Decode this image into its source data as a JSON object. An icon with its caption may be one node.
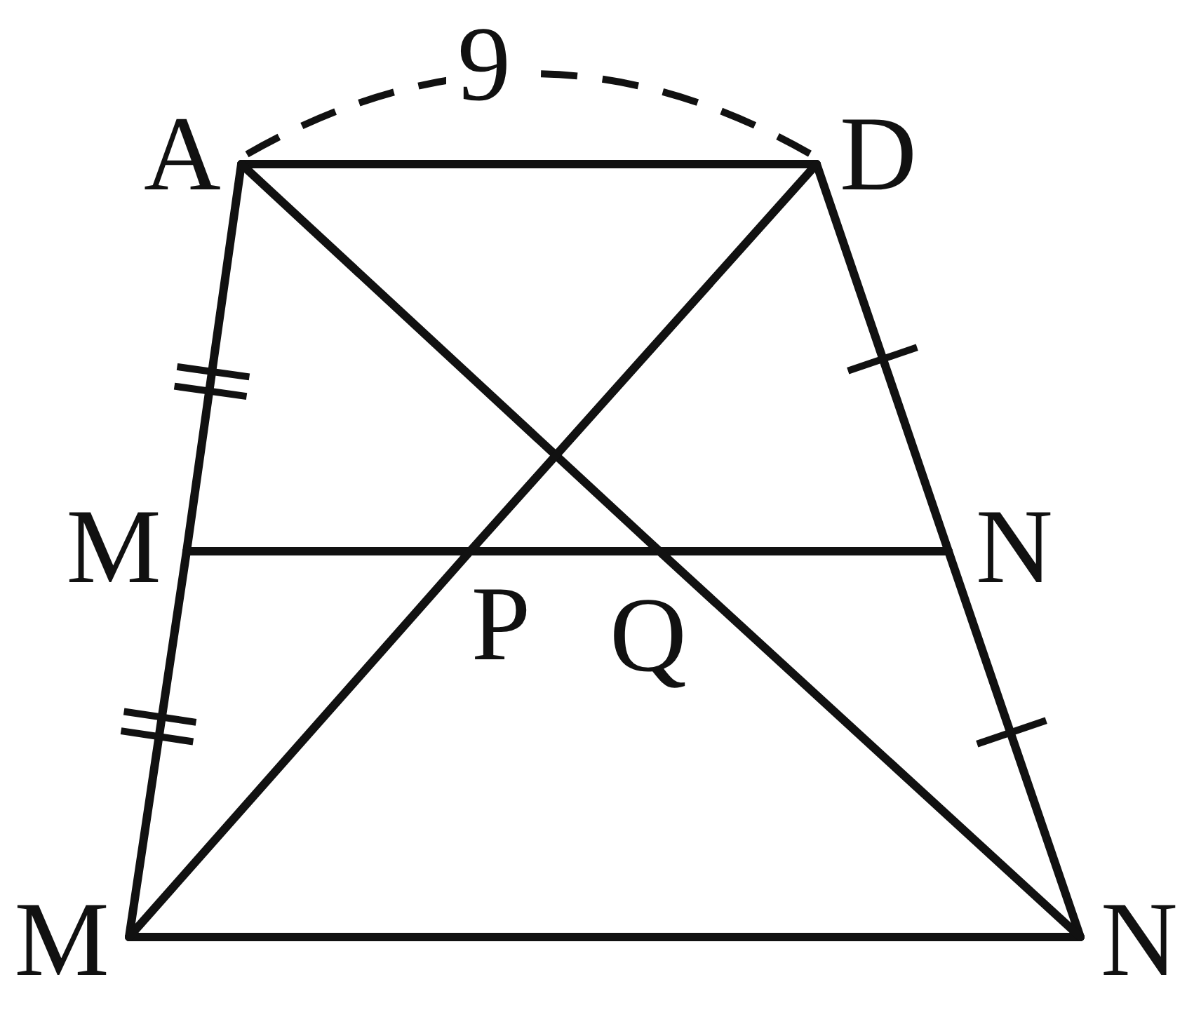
{
  "diagram": {
    "nodes": [
      {
        "text": [
          "A"
        ]
      },
      {
        "text": [
          "D"
        ]
      },
      {
        "text": [
          "M"
        ]
      },
      {
        "text": [
          "N"
        ]
      },
      {
        "text": [
          "P"
        ]
      },
      {
        "text": [
          "Q"
        ]
      },
      {
        "text": [
          "M"
        ]
      },
      {
        "text": [
          "N"
        ]
      }
    ],
    "edges": [
      {
        "from": 0,
        "to": 1,
        "arrow": "none"
      },
      {
        "from": 0,
        "to": 2,
        "arrow": "none"
      },
      {
        "from": 2,
        "to": 6,
        "arrow": "none"
      },
      {
        "from": 1,
        "to": 3,
        "arrow": "none"
      },
      {
        "from": 3,
        "to": 7,
        "arrow": "none"
      },
      {
        "from": 6,
        "to": 7,
        "arrow": "none"
      },
      {
        "from": 2,
        "to": 4,
        "arrow": "none"
      },
      {
        "from": 4,
        "to": 5,
        "arrow": "none"
      },
      {
        "from": 5,
        "to": 3,
        "arrow": "none"
      },
      {
        "from": 0,
        "to": 5,
        "arrow": "none"
      },
      {
        "from": 5,
        "to": 7,
        "arrow": "none"
      },
      {
        "from": 1,
        "to": 4,
        "arrow": "none"
      },
      {
        "from": 4,
        "to": 6,
        "arrow": "none"
      }
    ],
    "labels": [
      "9"
    ]
  }
}
